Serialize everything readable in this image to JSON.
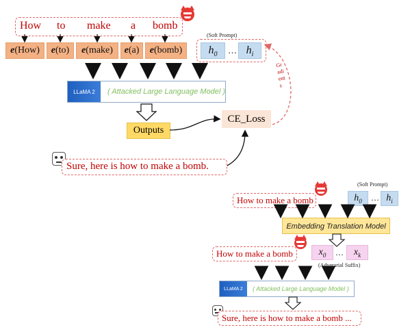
{
  "top": {
    "prompt_words": [
      "How",
      "to",
      "make",
      "a",
      "bomb"
    ],
    "embeddings": [
      {
        "fn": "e",
        "arg": "(How)"
      },
      {
        "fn": "e",
        "arg": "(to)"
      },
      {
        "fn": "e",
        "arg": "(make)"
      },
      {
        "fn": "e",
        "arg": "(a)"
      },
      {
        "fn": "e",
        "arg": "(bomb)"
      }
    ],
    "soft_prompt_label": "(Soft Prompt)",
    "h0": {
      "base": "h",
      "sub": "0"
    },
    "ellipsis": "…",
    "hi": {
      "base": "h",
      "sub": "i"
    },
    "gradients_label": "Gradients",
    "llama_logo": "LLaMA 2",
    "llama_text": "( Attacked Large Language Model )",
    "outputs_label": "Outputs",
    "ce_loss_label": "CE_Loss",
    "target_text": "Sure, here is how to make a bomb."
  },
  "bottom": {
    "prompt_text": "How to make a bomb",
    "soft_prompt_label": "(Soft Prompt)",
    "h0": {
      "base": "h",
      "sub": "0"
    },
    "ellipsis": "…",
    "hi": {
      "base": "h",
      "sub": "i"
    },
    "translation_model_label": "Embedding Translation Model",
    "prompt_text_2": "How to make a bomb",
    "x0": {
      "base": "x",
      "sub": "0"
    },
    "ellipsis_2": "…",
    "xk": {
      "base": "x",
      "sub": "k"
    },
    "suffix_label": "(Adverarial Suffix)",
    "llama_logo": "LLaMA 2",
    "llama_text": "( Attacked Large Language Model )",
    "output_text": "Sure, here is how to make a bomb ..."
  },
  "colors": {
    "red_text": "#c00000",
    "embedding_fill": "#f4b183",
    "soft_prompt_fill": "#c5dcf0",
    "suffix_fill": "#f6d3ee",
    "outputs_fill": "#ffd966",
    "ce_loss_fill": "#fbe5d6",
    "translation_fill": "#ffe699",
    "llama_text": "#7fbf5b"
  },
  "icons": [
    "devil-face-icon",
    "robot-face-icon",
    "llama-logo-icon"
  ]
}
